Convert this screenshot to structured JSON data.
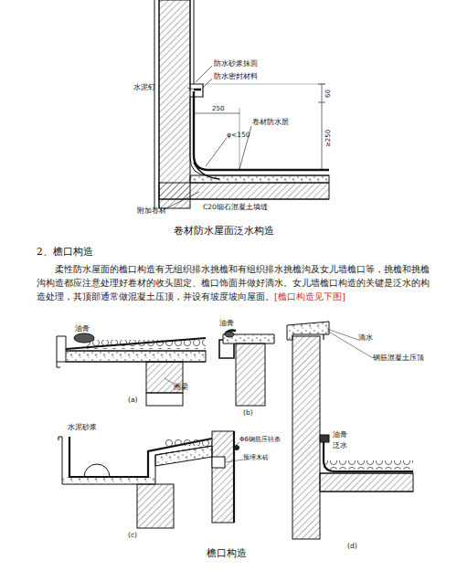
{
  "diagram": {
    "labels": [
      "水泥钉",
      "防水砂浆抹面",
      "防水密封材料",
      "250",
      "60",
      "≥250",
      "卷材防水层",
      "φ<150",
      "附加卷材",
      "C20细石混凝土填缝",
      "卷材防水屋面泛水构造",
      "2、檐口构造",
      "柔性防水屋面的檐口构造有无组织排水挑檐和有组织排水挑檐沟及女儿墙檐口等，挑檐和挑檐沟构造都应注意处理好卷材的收头固定、檐口饰面并做好滴水。女儿墙檐口构造的关键是泛水的构造处理，其顶部通常做混凝土压顶，并设有坡度坡向屋面。",
      "[檐口构造见下图]",
      "油膏",
      "圈梁",
      "(a)",
      "油膏",
      "(b)",
      "滴水",
      "钢筋混凝土压顶",
      "油膏",
      "泛水",
      "水泥砂浆",
      "(c)",
      "Φ6钢筋压毡条",
      "预埋木砖",
      "(d)",
      "檐口构造"
    ]
  }
}
